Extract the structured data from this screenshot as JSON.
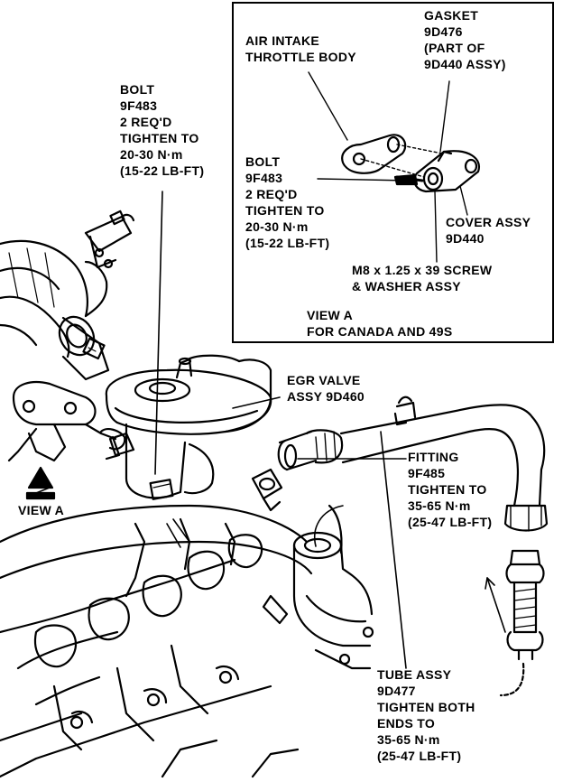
{
  "labels": {
    "bolt_main": [
      "BOLT",
      "9F483",
      "2 REQ'D",
      "TIGHTEN TO",
      "20-30 N·m",
      "(15-22 LB-FT)"
    ],
    "gasket": [
      "GASKET",
      "9D476",
      "(PART OF",
      "9D440 ASSY)"
    ],
    "air_intake": [
      "AIR INTAKE",
      "THROTTLE BODY"
    ],
    "bolt_inset": [
      "BOLT",
      "9F483",
      "2 REQ'D",
      "TIGHTEN TO",
      "20-30 N·m",
      "(15-22 LB-FT)"
    ],
    "cover_assy": [
      "COVER ASSY",
      "9D440"
    ],
    "screw": [
      "M8 x 1.25 x 39 SCREW",
      "& WASHER ASSY"
    ],
    "view_a_caption": [
      "VIEW A",
      "FOR CANADA AND 49S"
    ],
    "egr_valve": [
      "EGR VALVE",
      "ASSY 9D460"
    ],
    "fitting": [
      "FITTING",
      "9F485",
      "TIGHTEN TO",
      "35-65 N·m",
      "(25-47 LB-FT)"
    ],
    "view_a_ref": [
      "VIEW A"
    ],
    "tube_assy": [
      "TUBE ASSY",
      "9D477",
      "TIGHTEN BOTH",
      "ENDS TO",
      "35-65 N·m",
      "(25-47 LB-FT)"
    ]
  }
}
